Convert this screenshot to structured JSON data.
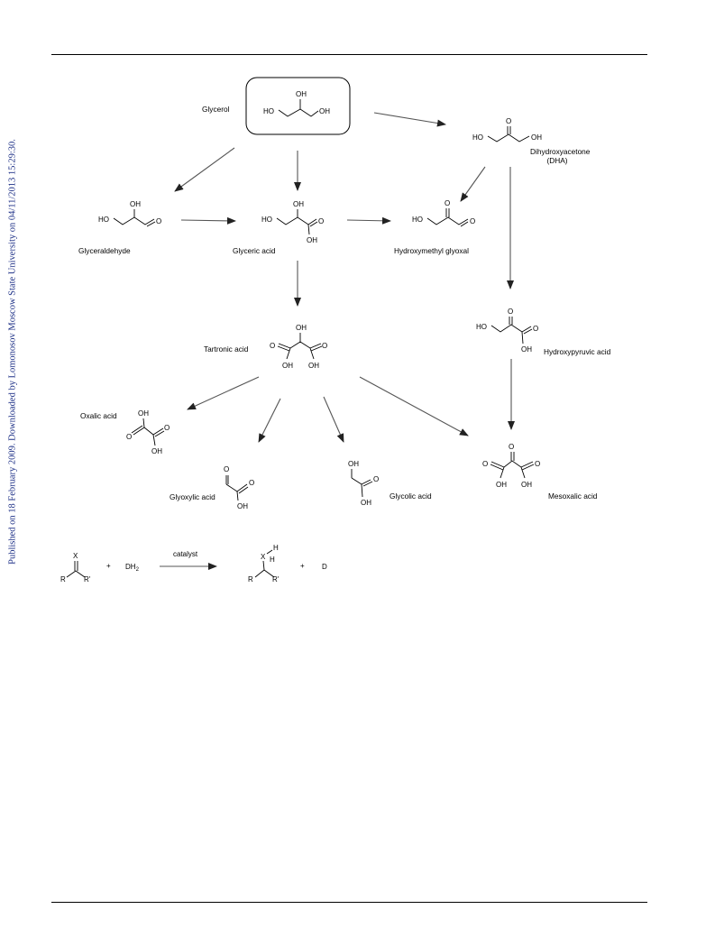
{
  "sidebar": {
    "text": "Published on 18 February 2009. Downloaded by Lomonosov Moscow State University on 04/11/2013 15:29:30."
  },
  "compounds": {
    "glycerol": "Glycerol",
    "dha_name": "Dihydroxyacetone",
    "dha_abbr": "(DHA)",
    "glyceraldehyde": "Glyceraldehyde",
    "glyceric_acid": "Glyceric acid",
    "hydroxymethyl_glyoxal": "Hydroxymethyl glyoxal",
    "tartronic_acid": "Tartronic acid",
    "hydroxypyruvic_acid": "Hydroxypyruvic acid",
    "oxalic_acid": "Oxalic acid",
    "glyoxylic_acid": "Glyoxylic acid",
    "glycolic_acid": "Glycolic acid",
    "mesoxalic_acid": "Mesoxalic acid"
  },
  "atoms": {
    "oh": "OH",
    "ho": "HO",
    "o": "O",
    "x": "X",
    "h": "H",
    "r": "R",
    "r_prime": "R'"
  },
  "hydrogenation": {
    "plus": "+",
    "reagent": "DH",
    "reagent_sub": "2",
    "catalyst": "catalyst",
    "byproduct": "D"
  }
}
